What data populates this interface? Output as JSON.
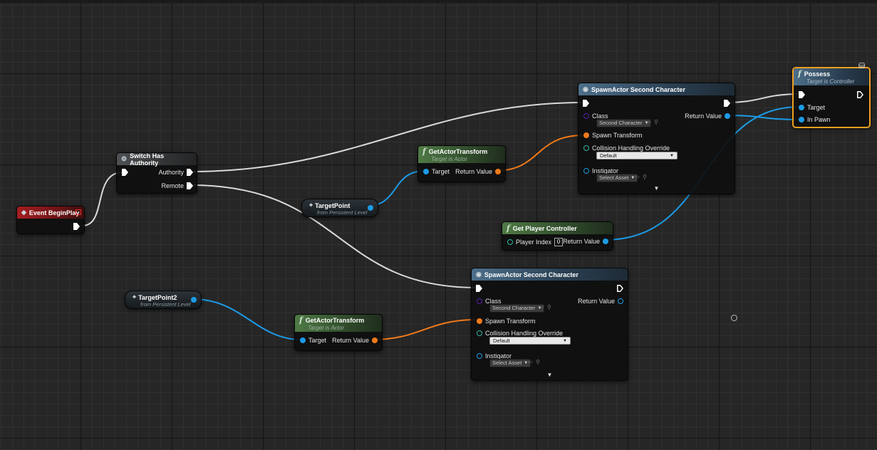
{
  "nodes": {
    "event_begin_play": {
      "title": "Event BeginPlay"
    },
    "switch_has_authority": {
      "title": "Switch Has Authority",
      "pins": {
        "authority": "Authority",
        "remote": "Remote"
      }
    },
    "target_point_1": {
      "title": "TargetPoint",
      "subtitle": "from Persistent Level"
    },
    "target_point_2": {
      "title": "TargetPoint2",
      "subtitle": "from Persistent Level"
    },
    "get_actor_transform_1": {
      "title": "GetActorTransform",
      "subtitle": "Target is Actor",
      "pins": {
        "target": "Target",
        "return_value": "Return Value"
      }
    },
    "get_actor_transform_2": {
      "title": "GetActorTransform",
      "subtitle": "Target is Actor",
      "pins": {
        "target": "Target",
        "return_value": "Return Value"
      }
    },
    "spawn_actor_1": {
      "title": "SpawnActor Second Character",
      "pins": {
        "class": "Class",
        "class_value": "Second Character",
        "spawn_transform": "Spawn Transform",
        "collision": "Collision Handling Override",
        "collision_value": "Default",
        "instigator": "Instigator",
        "instigator_value": "Select Asset",
        "return_value": "Return Value"
      }
    },
    "spawn_actor_2": {
      "title": "SpawnActor Second Character",
      "pins": {
        "class": "Class",
        "class_value": "Second Character",
        "spawn_transform": "Spawn Transform",
        "collision": "Collision Handling Override",
        "collision_value": "Default",
        "instigator": "Instigator",
        "instigator_value": "Select Asset",
        "return_value": "Return Value"
      }
    },
    "get_player_controller": {
      "title": "Get Player Controller",
      "pins": {
        "player_index": "Player Index",
        "player_index_value": "0",
        "return_value": "Return Value"
      }
    },
    "possess": {
      "title": "Possess",
      "subtitle": "Target is Controller",
      "pins": {
        "target": "Target",
        "in_pawn": "In Pawn"
      }
    }
  },
  "colors": {
    "exec_wire": "#d9d9d9",
    "object_wire": "#1c9be6",
    "transform_wire": "#f07a1a",
    "selection": "#f0a020",
    "event_header": "#a41e22",
    "function_header": "#4f7a45",
    "call_header": "#4d6f8a"
  },
  "icons": {
    "event": "diamond-event-icon",
    "switch": "switch-gear-icon",
    "function": "function-f-icon",
    "spawn": "spawn-actor-icon",
    "variable": "actor-reference-icon",
    "search": "magnifier-icon",
    "browse": "arrow-left-icon"
  }
}
